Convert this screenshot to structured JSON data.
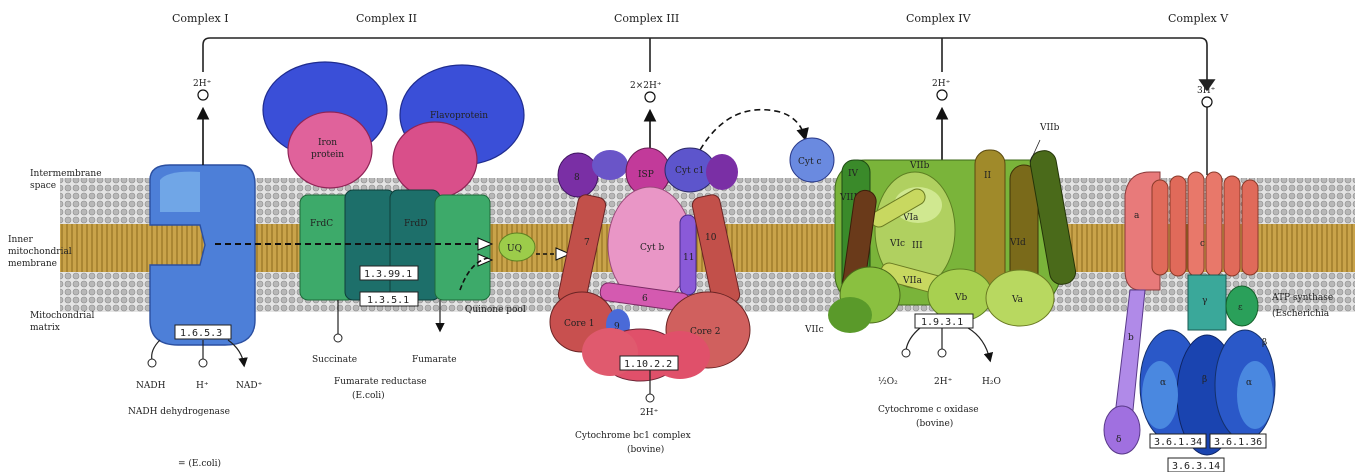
{
  "complexes": [
    "Complex I",
    "Complex II",
    "Complex III",
    "Complex IV",
    "Complex V"
  ],
  "regions": {
    "intermembrane_a": "Intermembrane",
    "intermembrane_b": "space",
    "inner_a": "Inner",
    "inner_b": "mitochondrial",
    "inner_c": "membrane",
    "matrix_a": "Mitochondrial",
    "matrix_b": "matrix"
  },
  "protons": {
    "c1": "2H⁺",
    "c3": "2×2H⁺",
    "c4": "2H⁺",
    "c5": "3H⁺",
    "c3_matrix": "2H⁺",
    "c4_matrix": "2H⁺",
    "c1_matrix": "H⁺"
  },
  "ec_numbers": {
    "c1": "1.6.5.3",
    "c2a": "1.3.99.1",
    "c2b": "1.3.5.1",
    "c3": "1.10.2.2",
    "c4": "1.9.3.1",
    "c5a": "3.6.1.34",
    "c5b": "3.6.1.36"
  },
  "subunits": {
    "iron_protein_a": "Iron",
    "iron_protein_b": "protein",
    "flavoprotein": "Flavoprotein",
    "frdc": "FrdC",
    "frdd": "FrdD",
    "uq": "UQ",
    "cyt_c": "Cyt c",
    "c3_s": "8",
    "isp": "ISP",
    "cyt_c1": "Cyt c1",
    "cyt_b": "Cyt b",
    "c3_7": "7",
    "c3_10": "10",
    "c3_11": "11",
    "c3_6": "6",
    "c3_9": "9",
    "core1": "Core 1",
    "core2": "Core 2",
    "c4_viib": "VIIb",
    "c4_viib_label": "VIIb",
    "c4_iv": "IV",
    "c4_viii": "VIII",
    "c4_via": "VIa",
    "c4_iii": "III",
    "c4_ii": "II",
    "c4_vic": "VIc",
    "c4_viia": "VIIa",
    "c4_vb": "Vb",
    "c4_va": "Va",
    "c4_viic": "VIIc",
    "c4_vid": "VId",
    "c5_a": "a",
    "c5_b": "b",
    "c5_c": "c",
    "c5_gamma": "γ",
    "c5_eps": "ε",
    "c5_alpha1": "α",
    "c5_beta": "β",
    "c5_alpha2": "α",
    "c5_delta": "δ",
    "c5_beta2": "β"
  },
  "substrates": {
    "nadh": "NADH",
    "h": "H⁺",
    "nad": "NAD⁺",
    "succinate": "Succinate",
    "fumarate": "Fumarate",
    "o2": "½O₂",
    "h2o": "H₂O"
  },
  "names": {
    "c1": "NADH dehydrogenase",
    "c2a": "Fumarate reductase",
    "c2b": "(E.coli)",
    "c3a": "Cytochrome bc1 complex",
    "c3b": "(bovine)",
    "c4a": "Cytochrome c oxidase",
    "c4b": "(bovine)",
    "c5a": "ATP synthase",
    "c5b": "(Escherichia"
  },
  "misc": {
    "quinone_pool": "Quinone pool",
    "footnote": "= (E.coli)",
    "bottom_cut": "3.6.3.14"
  }
}
